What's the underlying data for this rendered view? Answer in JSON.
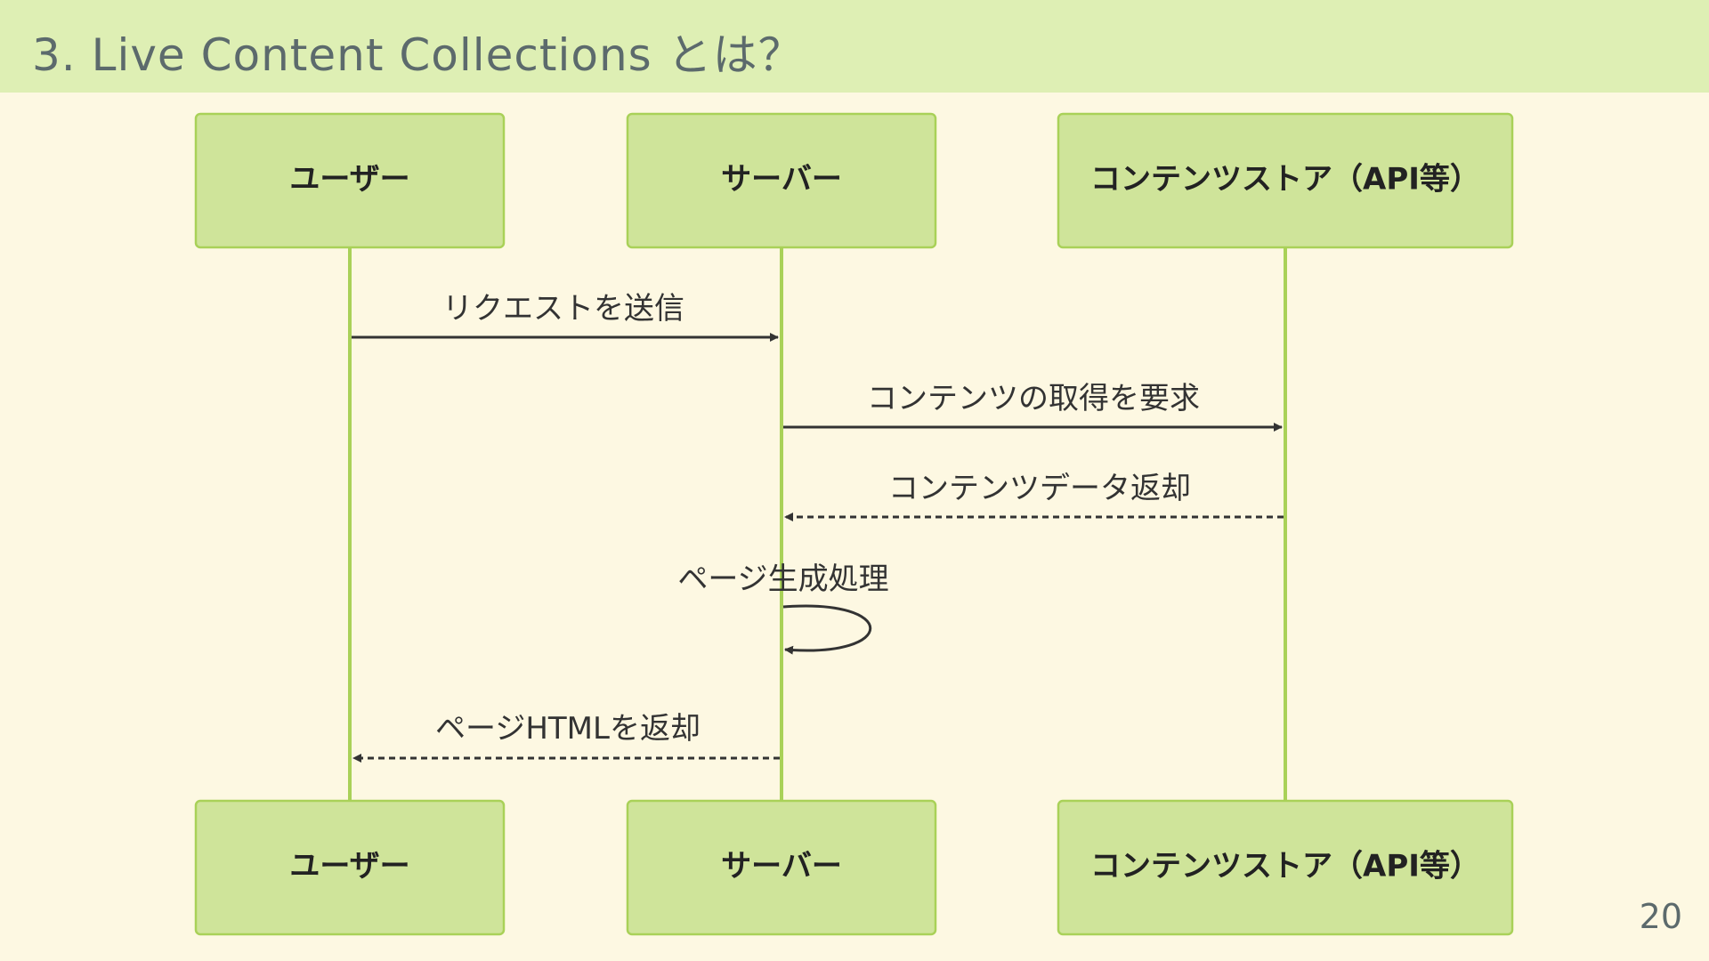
{
  "slide": {
    "title": "3. Live Content Collections とは？",
    "page_number": "20"
  },
  "diagram": {
    "participants": [
      {
        "label": "ユーザー"
      },
      {
        "label": "サーバー"
      },
      {
        "label": "コンテンツストア（API等）"
      }
    ],
    "messages": [
      {
        "from": 0,
        "to": 1,
        "label": "リクエストを送信",
        "style": "solid"
      },
      {
        "from": 1,
        "to": 2,
        "label": "コンテンツの取得を要求",
        "style": "solid"
      },
      {
        "from": 2,
        "to": 1,
        "label": "コンテンツデータ返却",
        "style": "dashed"
      },
      {
        "from": 1,
        "to": 1,
        "label": "ページ生成処理",
        "style": "self"
      },
      {
        "from": 1,
        "to": 0,
        "label": "ページHTMLを返却",
        "style": "dashed"
      }
    ]
  },
  "colors": {
    "background": "#fdf8e2",
    "header": "#deefb4",
    "box_fill": "#cfe49a",
    "box_border": "#a9d158",
    "arrow": "#333333"
  }
}
